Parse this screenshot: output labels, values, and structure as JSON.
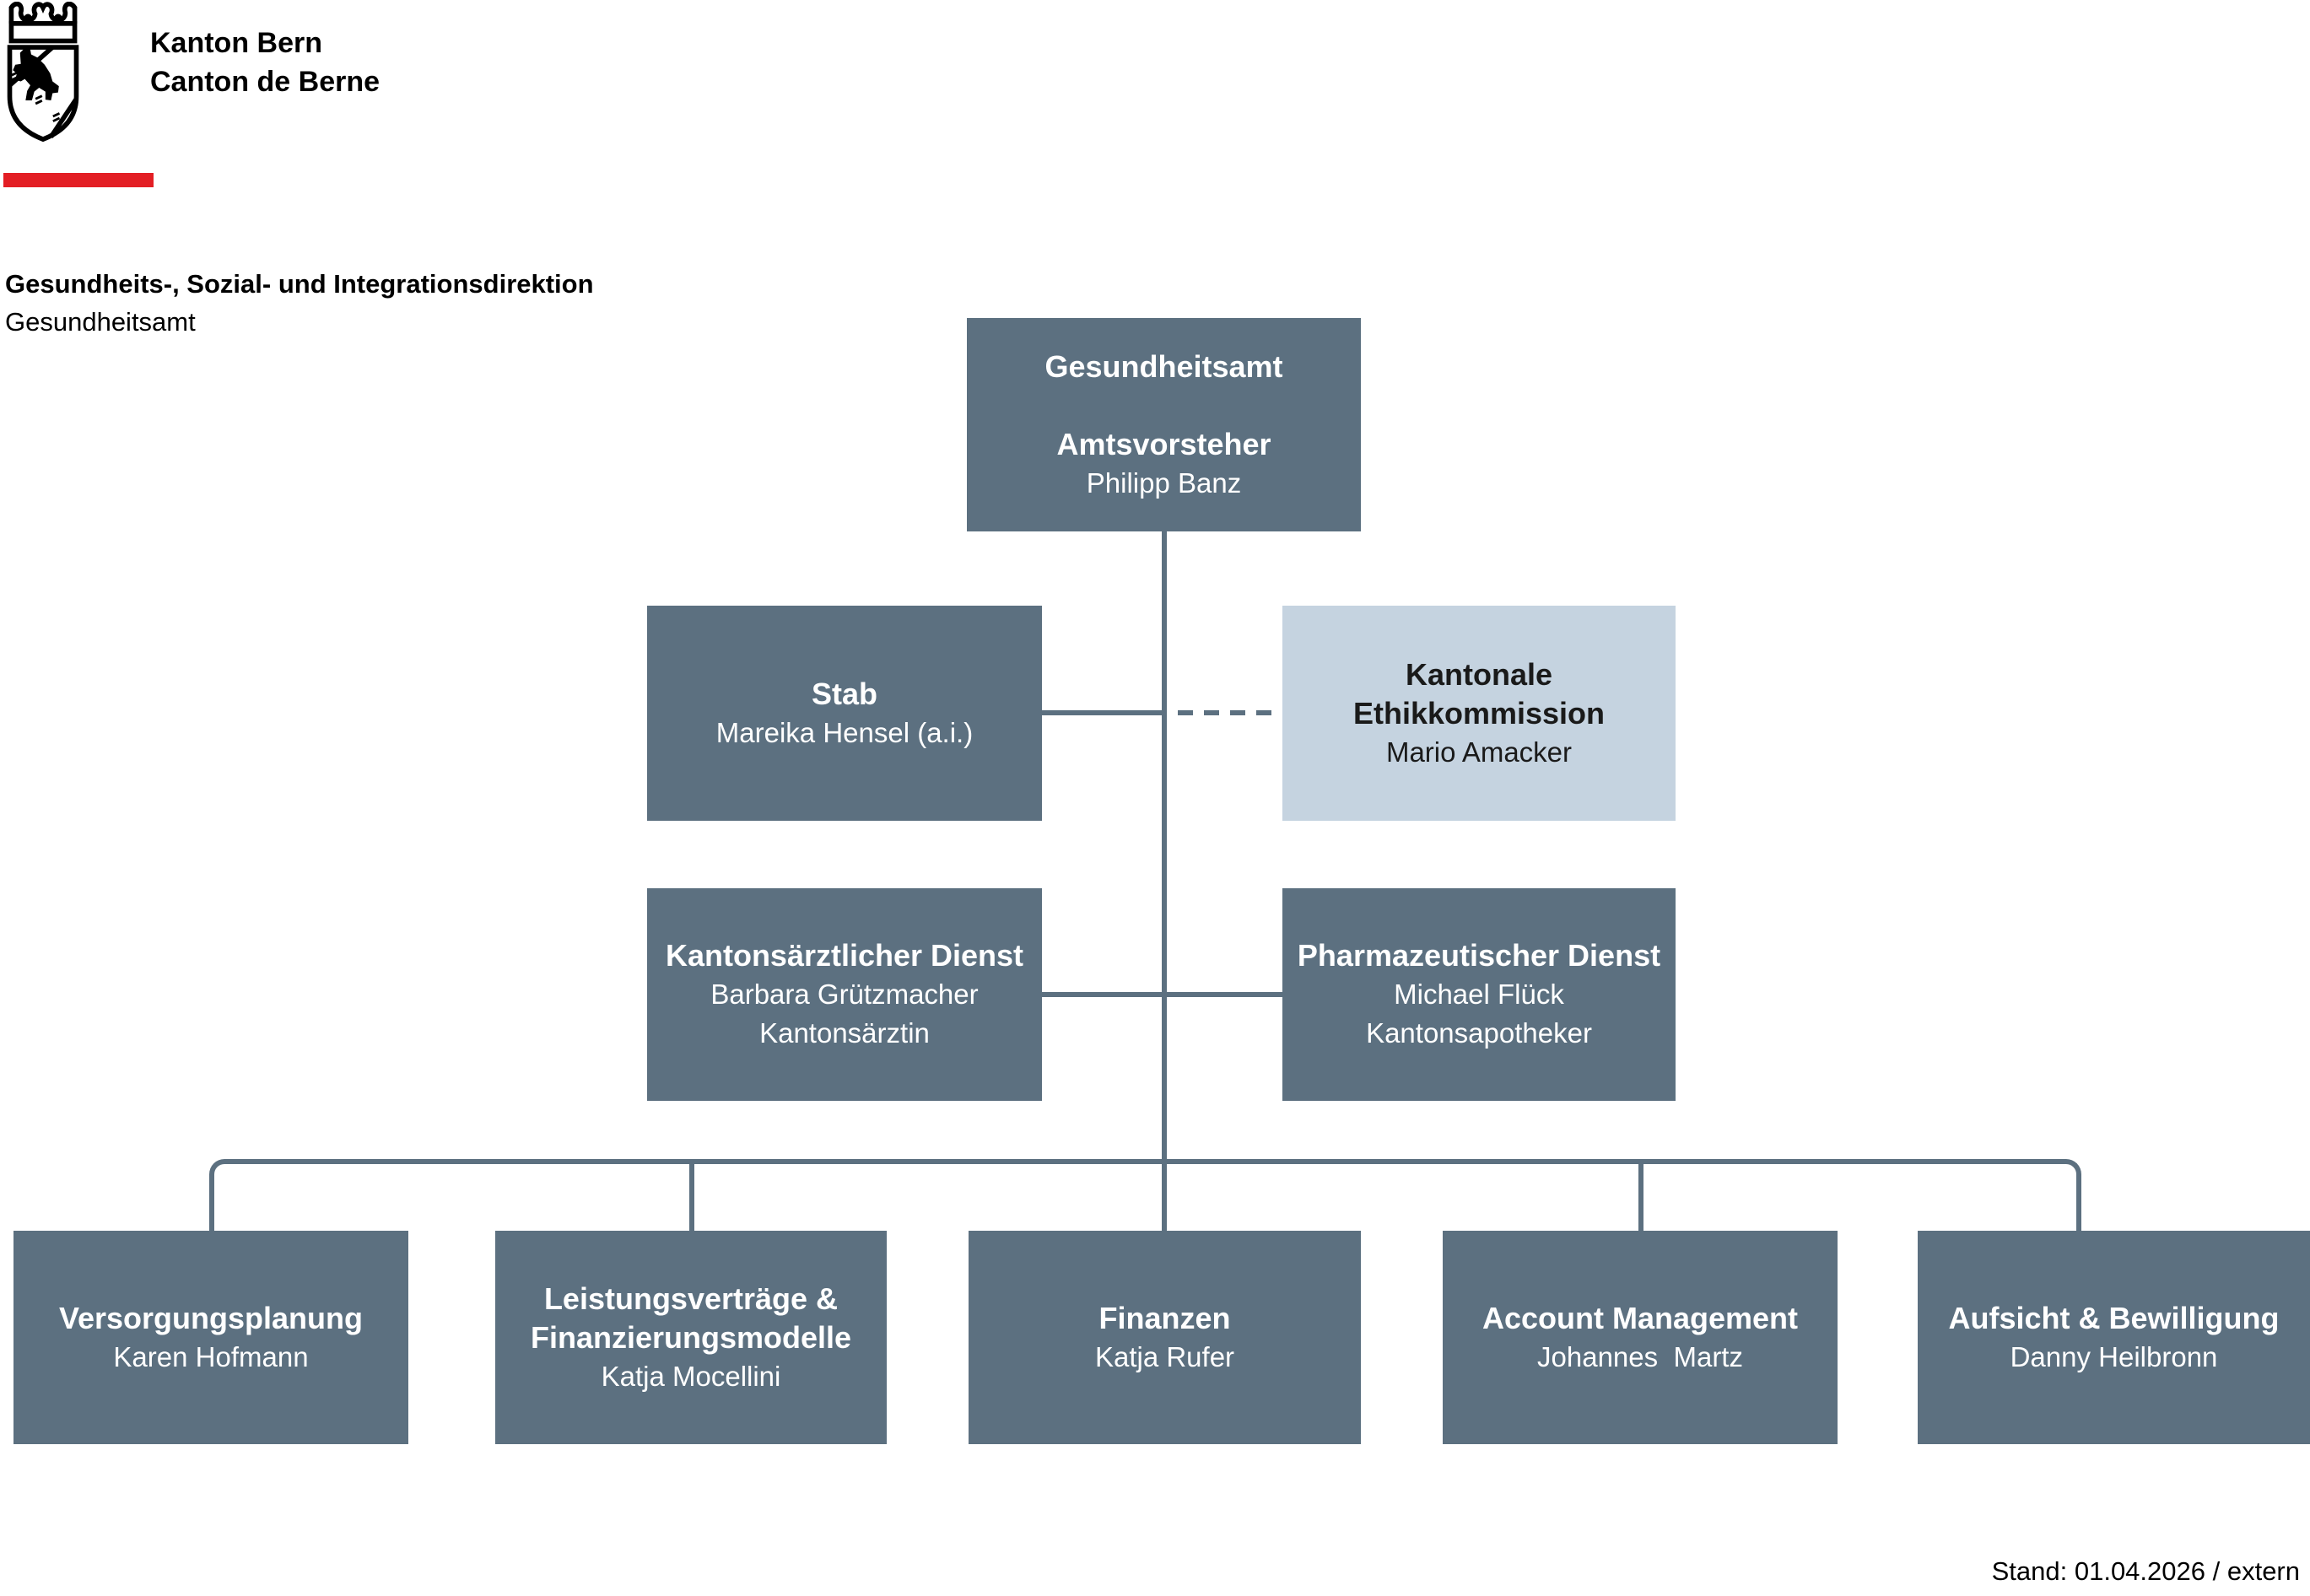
{
  "brand": {
    "logo_line1": "Kanton Bern",
    "logo_line2": "Canton de Berne"
  },
  "header": {
    "department": "Gesundheits-, Sozial- und Integrationsdirektion",
    "office": "Gesundheitsamt"
  },
  "footer": {
    "status": "Stand: 01.04.2026 / extern"
  },
  "colors": {
    "box_dark": "#5C7080",
    "box_light": "#C5D3E0",
    "connector": "#5C7080",
    "accent_red": "#E31E24",
    "text_on_dark": "#FFFFFF",
    "text_on_light": "#1A1A1A"
  },
  "org_chart": {
    "root": {
      "unit": "Gesundheitsamt",
      "role": "Amtsvorsteher",
      "person": "Philipp Banz"
    },
    "level2": [
      {
        "unit": "Stab",
        "person": "Mareika Hensel (a.i.)",
        "style": "dark",
        "link": "solid"
      },
      {
        "unit": "Kantonale Ethikkommission",
        "person": "Mario Amacker",
        "style": "light",
        "link": "dashed"
      },
      {
        "unit": "Kantonsärztlicher Dienst",
        "person": "Barbara Grützmacher",
        "role": "Kantonsärztin",
        "style": "dark",
        "link": "solid"
      },
      {
        "unit": "Pharmazeutischer Dienst",
        "person": "Michael Flück",
        "role": "Kantonsapotheker",
        "style": "dark",
        "link": "solid"
      }
    ],
    "level3": [
      {
        "unit": "Versorgungsplanung",
        "person": "Karen Hofmann"
      },
      {
        "unit": "Leistungsverträge & Finanzierungsmodelle",
        "person": "Katja Mocellini"
      },
      {
        "unit": "Finanzen",
        "person": "Katja Rufer"
      },
      {
        "unit": "Account Management",
        "person": "Johannes  Martz"
      },
      {
        "unit": "Aufsicht & Bewilligung",
        "person": "Danny Heilbronn"
      }
    ]
  }
}
